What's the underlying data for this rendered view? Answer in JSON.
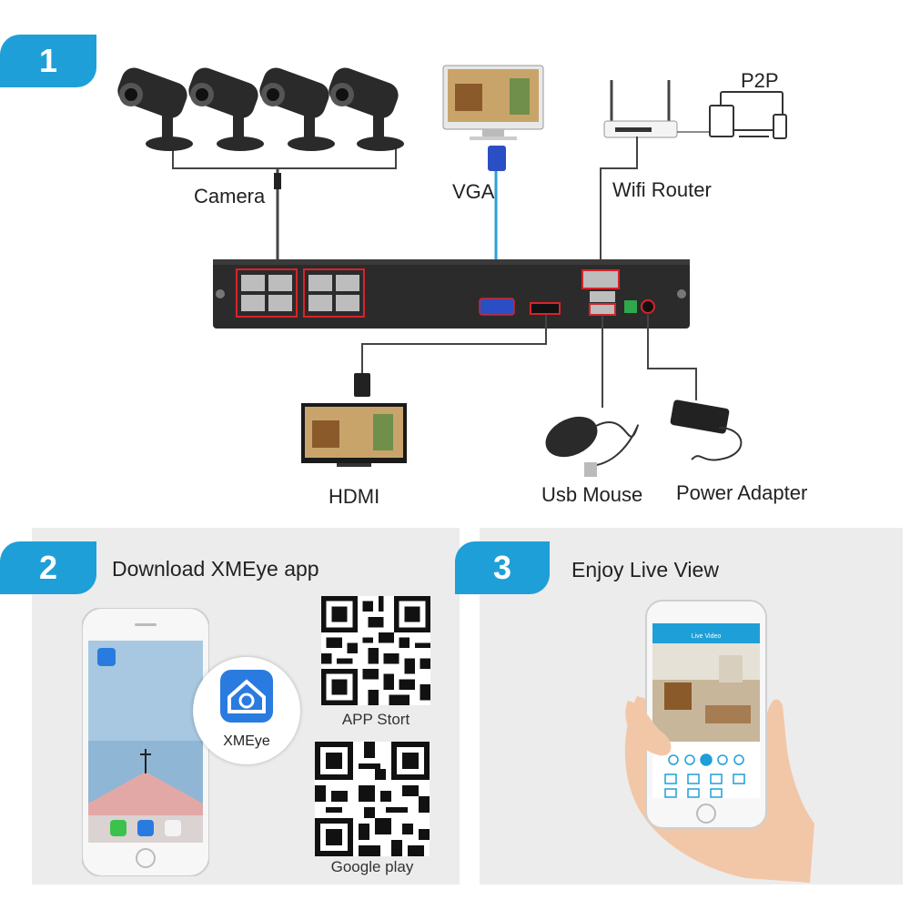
{
  "step1": {
    "number": "1"
  },
  "step2": {
    "number": "2",
    "title": "Download XMEye app"
  },
  "step3": {
    "number": "3",
    "title": "Enjoy Live View"
  },
  "labels": {
    "camera": "Camera",
    "vga": "VGA",
    "wifi_router": "Wifi Router",
    "p2p": "P2P",
    "hdmi": "HDMI",
    "usb_mouse": "Usb Mouse",
    "power_adapter": "Power Adapter"
  },
  "app": {
    "name": "XMEye",
    "phone_icon_label": "XMEye",
    "qr_app_store": "APP  Stort",
    "qr_google_play": "Google play"
  },
  "live_view": {
    "header": "Live Video"
  },
  "colors": {
    "accent": "#1e9fd7",
    "panel_bg": "#ececec",
    "highlight": "#d8232a"
  }
}
